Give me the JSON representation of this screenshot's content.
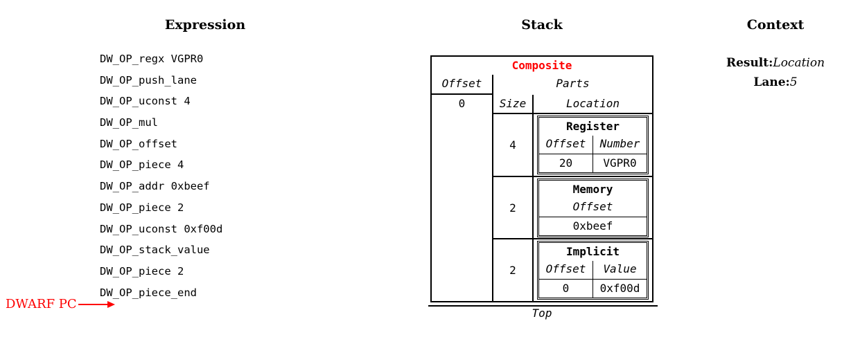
{
  "expression": {
    "title": "Expression",
    "instructions": [
      "DW_OP_regx VGPR0",
      "DW_OP_push_lane",
      "DW_OP_uconst 4",
      "DW_OP_mul",
      "DW_OP_offset",
      "DW_OP_piece 4",
      "DW_OP_addr 0xbeef",
      "DW_OP_piece 2",
      "DW_OP_uconst 0xf00d",
      "DW_OP_stack_value",
      "DW_OP_piece 2",
      "DW_OP_piece_end"
    ],
    "pc_label": "DWARF PC"
  },
  "stack": {
    "title": "Stack",
    "entry": {
      "type": "Composite",
      "offset_header": "Offset",
      "offset_value": "0",
      "parts_header": "Parts",
      "size_header": "Size",
      "location_header": "Location",
      "parts": [
        {
          "size": "4",
          "kind": "Register",
          "columns": [
            "Offset",
            "Number"
          ],
          "values": [
            "20",
            "VGPR0"
          ]
        },
        {
          "size": "2",
          "kind": "Memory",
          "columns": [
            "Offset"
          ],
          "values": [
            "0xbeef"
          ]
        },
        {
          "size": "2",
          "kind": "Implicit",
          "columns": [
            "Offset",
            "Value"
          ],
          "values": [
            "0",
            "0xf00d"
          ]
        }
      ]
    },
    "top_label": "Top"
  },
  "context": {
    "title": "Context",
    "fields": [
      {
        "label": "Result:",
        "value": "Location"
      },
      {
        "label": "Lane:",
        "value": "5"
      }
    ]
  },
  "colors": {
    "accent_red": "#fe0000",
    "border": "#000000",
    "background": "#ffffff"
  }
}
